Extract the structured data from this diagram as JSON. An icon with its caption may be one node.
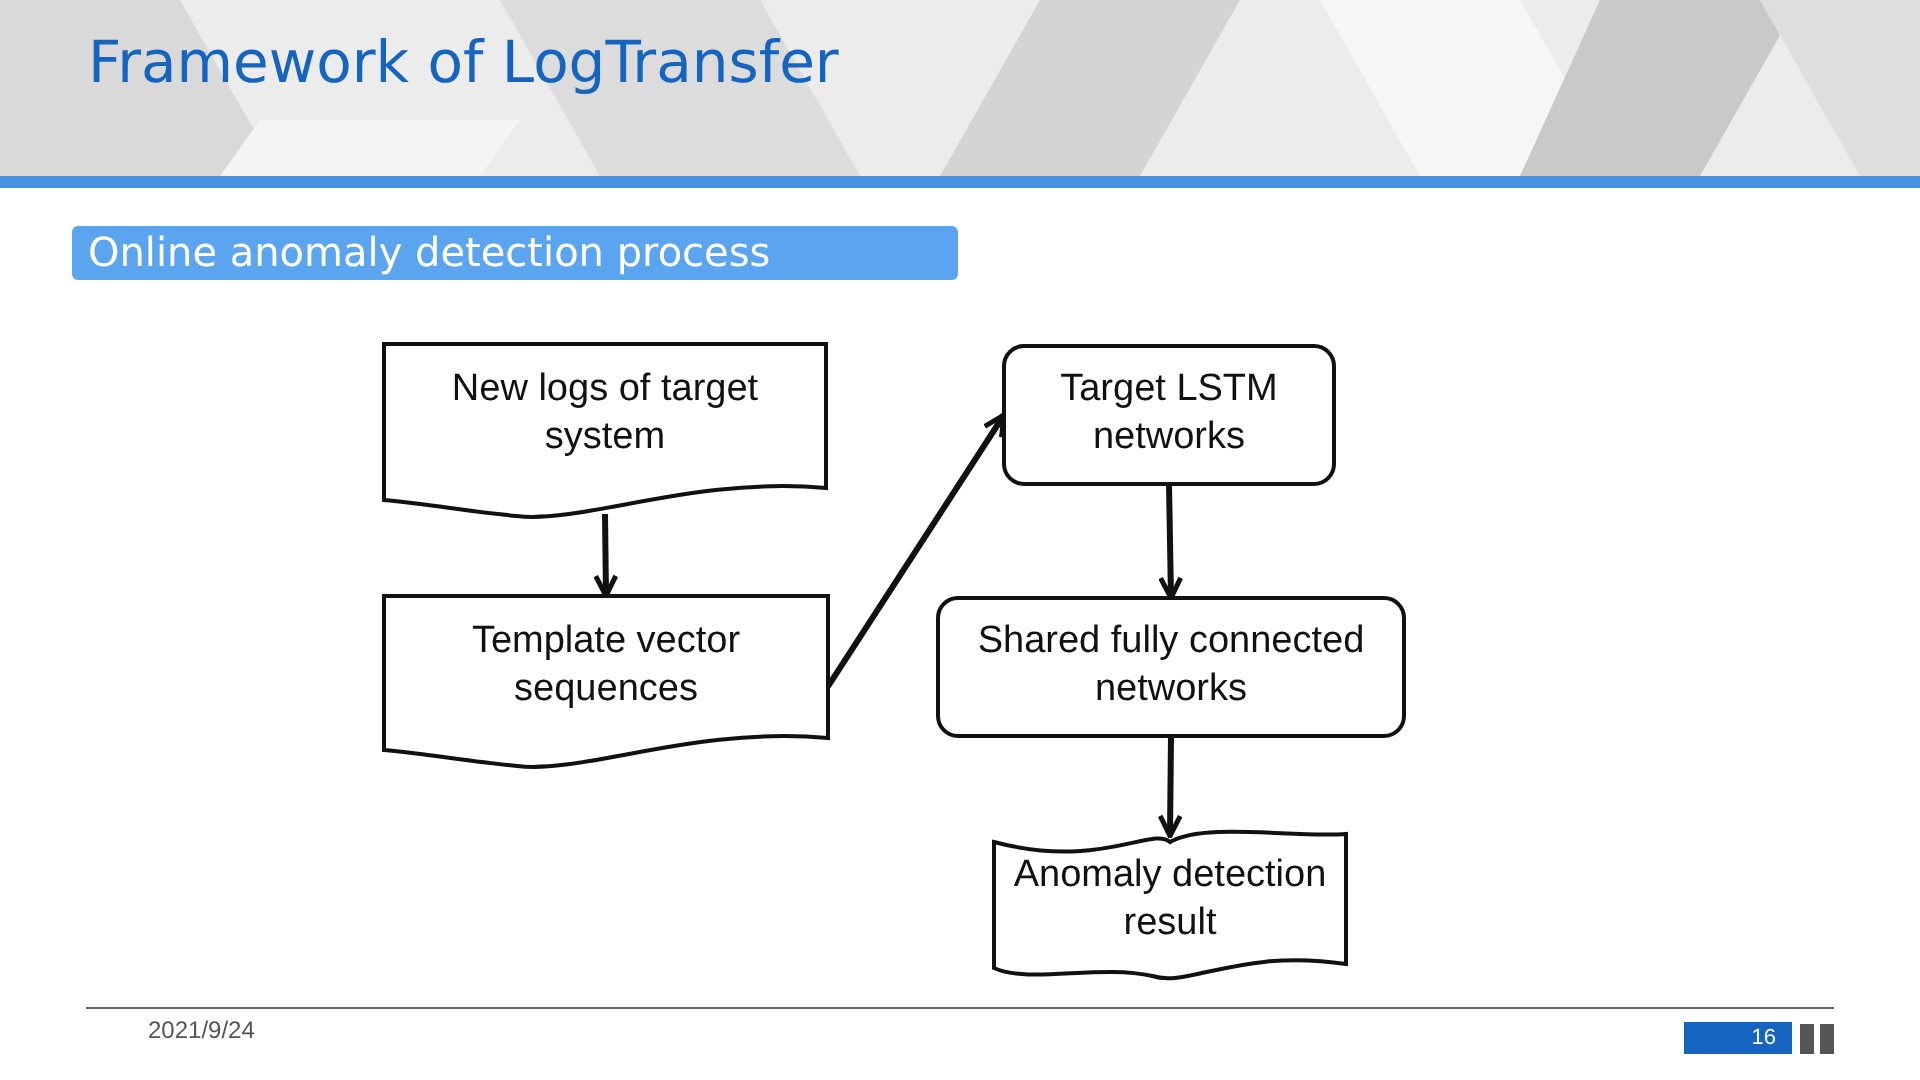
{
  "diagram": {
    "title": "Framework of LogTransfer",
    "nodes": [
      {
        "text": [
          "New logs of target system"
        ]
      },
      {
        "text": [
          "Template vector sequences"
        ]
      },
      {
        "text": [
          "Target LSTM networks"
        ]
      },
      {
        "text": [
          "Shared fully connected networks"
        ]
      },
      {
        "text": [
          "Anomaly detection result"
        ]
      }
    ],
    "edges": [
      {
        "from": 0,
        "to": 1,
        "arrow": "to"
      },
      {
        "from": 1,
        "to": 2,
        "arrow": "to"
      },
      {
        "from": 2,
        "to": 3,
        "arrow": "to"
      },
      {
        "from": 3,
        "to": 4,
        "arrow": "to"
      }
    ],
    "labels": [
      "Online anomaly detection process",
      "2021/9/24",
      "16"
    ]
  }
}
